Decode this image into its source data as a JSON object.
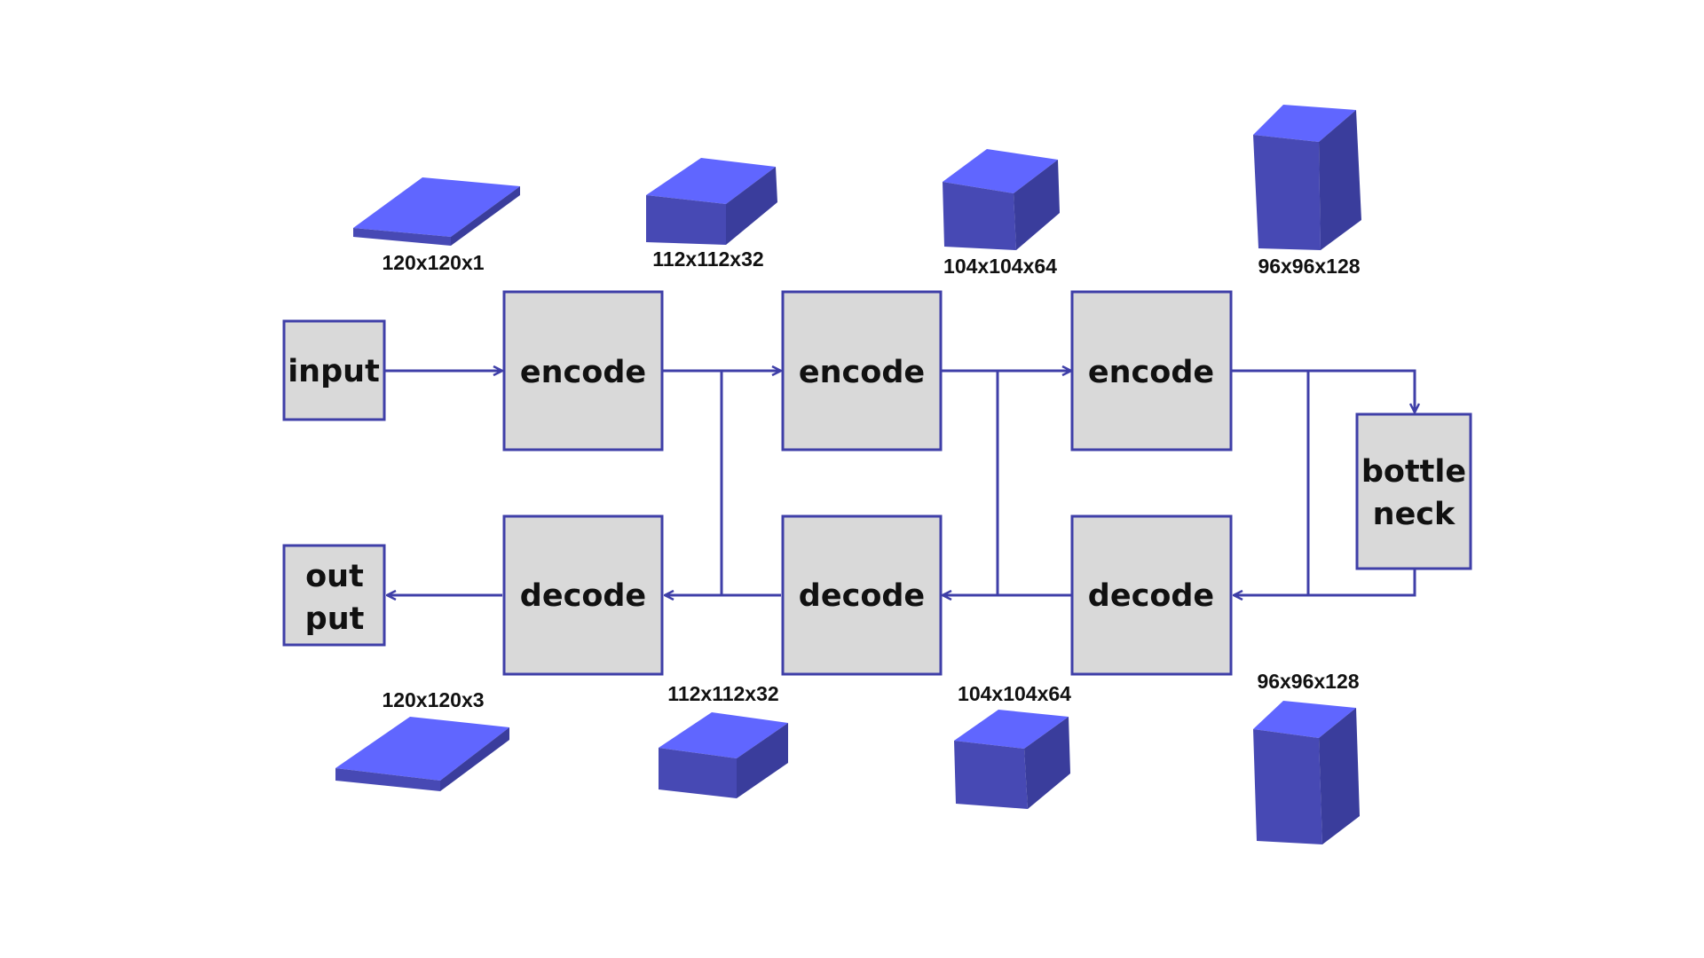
{
  "colors": {
    "block_fill": "#d9d9d9",
    "block_stroke": "#3f3fa8",
    "wire": "#3f3fa8",
    "tensor_top": "#6066ff",
    "tensor_front": "#4749b4",
    "tensor_side": "#3a3d9c"
  },
  "blocks": {
    "input": {
      "lines": [
        "input"
      ]
    },
    "encode1": {
      "lines": [
        "encode"
      ]
    },
    "encode2": {
      "lines": [
        "encode"
      ]
    },
    "encode3": {
      "lines": [
        "encode"
      ]
    },
    "bottleneck": {
      "lines": [
        "bottle",
        "neck"
      ]
    },
    "decode3": {
      "lines": [
        "decode"
      ]
    },
    "decode2": {
      "lines": [
        "decode"
      ]
    },
    "decode1": {
      "lines": [
        "decode"
      ]
    },
    "output": {
      "lines": [
        "out",
        "put"
      ]
    }
  },
  "tensors": {
    "top": [
      {
        "label": "120x120x1"
      },
      {
        "label": "112x112x32"
      },
      {
        "label": "104x104x64"
      },
      {
        "label": "96x96x128"
      }
    ],
    "bottom": [
      {
        "label": "120x120x3"
      },
      {
        "label": "112x112x32"
      },
      {
        "label": "104x104x64"
      },
      {
        "label": "96x96x128"
      }
    ]
  }
}
